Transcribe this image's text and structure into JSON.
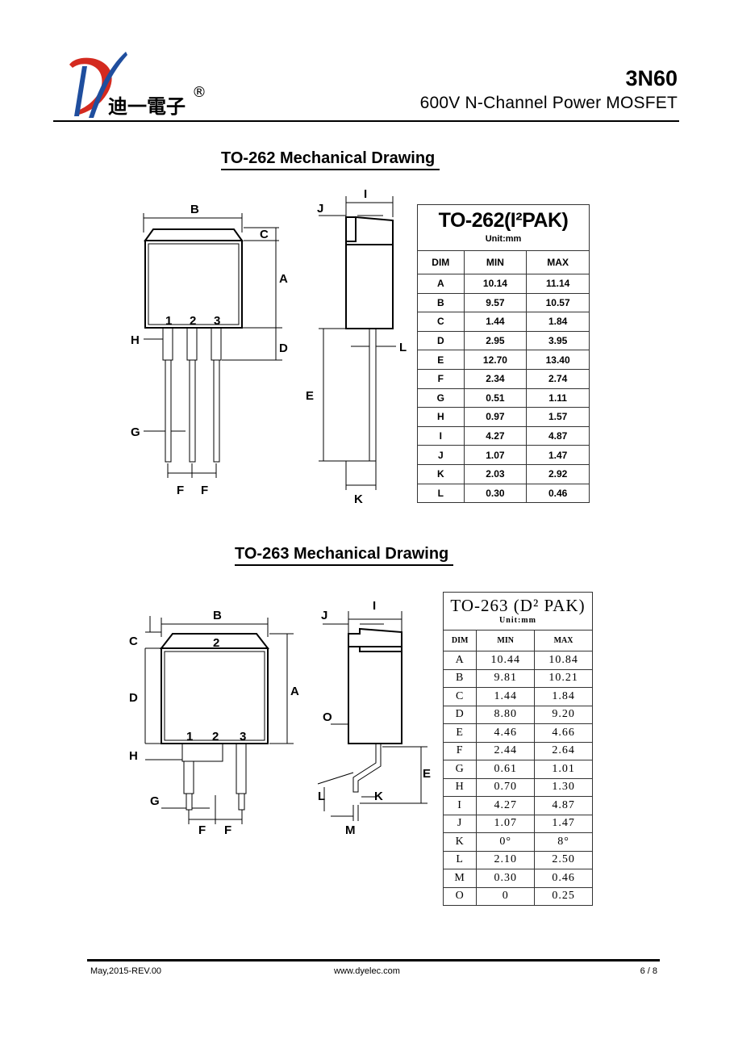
{
  "header": {
    "logo_text": "迪一電子",
    "registered_mark": "®",
    "part_number": "3N60",
    "description": "600V N-Channel Power MOSFET"
  },
  "colors": {
    "logo_blue": "#1f4e9e",
    "logo_red": "#d42a1f"
  },
  "to262": {
    "title": "TO-262 Mechanical Drawing ",
    "drawing_labels": {
      "B": "B",
      "C": "C",
      "A": "A",
      "H": "H",
      "D": "D",
      "G": "G",
      "F": "F",
      "J": "J",
      "I": "I",
      "E": "E",
      "L": "L",
      "K": "K",
      "pin1": "1",
      "pin2": "2",
      "pin3": "3"
    },
    "table": {
      "title": "TO-262(I²PAK)",
      "unit": "Unit:mm",
      "headers": [
        "DIM",
        "MIN",
        "MAX"
      ],
      "rows": [
        [
          "A",
          "10.14",
          "11.14"
        ],
        [
          "B",
          "9.57",
          "10.57"
        ],
        [
          "C",
          "1.44",
          "1.84"
        ],
        [
          "D",
          "2.95",
          "3.95"
        ],
        [
          "E",
          "12.70",
          "13.40"
        ],
        [
          "F",
          "2.34",
          "2.74"
        ],
        [
          "G",
          "0.51",
          "1.11"
        ],
        [
          "H",
          "0.97",
          "1.57"
        ],
        [
          "I",
          "4.27",
          "4.87"
        ],
        [
          "J",
          "1.07",
          "1.47"
        ],
        [
          "K",
          "2.03",
          "2.92"
        ],
        [
          "L",
          "0.30",
          "0.46"
        ]
      ]
    }
  },
  "to263": {
    "title": "TO-263 Mechanical Drawing ",
    "drawing_labels": {
      "B": "B",
      "C": "C",
      "A": "A",
      "D": "D",
      "H": "H",
      "G": "G",
      "F": "F",
      "J": "J",
      "I": "I",
      "O": "O",
      "E": "E",
      "L": "L",
      "K": "K",
      "M": "M",
      "pin1": "1",
      "pin2": "2",
      "pin3": "3",
      "tab": "2"
    },
    "table": {
      "title": "TO-263 (D² PAK)",
      "unit": "Unit:mm",
      "headers": [
        "DIM",
        "MIN",
        "MAX"
      ],
      "rows": [
        [
          "A",
          "10.44",
          "10.84"
        ],
        [
          "B",
          "9.81",
          "10.21"
        ],
        [
          "C",
          "1.44",
          "1.84"
        ],
        [
          "D",
          "8.80",
          "9.20"
        ],
        [
          "E",
          "4.46",
          "4.66"
        ],
        [
          "F",
          "2.44",
          "2.64"
        ],
        [
          "G",
          "0.61",
          "1.01"
        ],
        [
          "H",
          "0.70",
          "1.30"
        ],
        [
          "I",
          "4.27",
          "4.87"
        ],
        [
          "J",
          "1.07",
          "1.47"
        ],
        [
          "K",
          "0°",
          "8°"
        ],
        [
          "L",
          "2.10",
          "2.50"
        ],
        [
          "M",
          "0.30",
          "0.46"
        ],
        [
          "O",
          "0",
          "0.25"
        ]
      ]
    }
  },
  "footer": {
    "left": "May,2015-REV.00",
    "center": "www.dyelec.com",
    "right": "6 / 8"
  }
}
